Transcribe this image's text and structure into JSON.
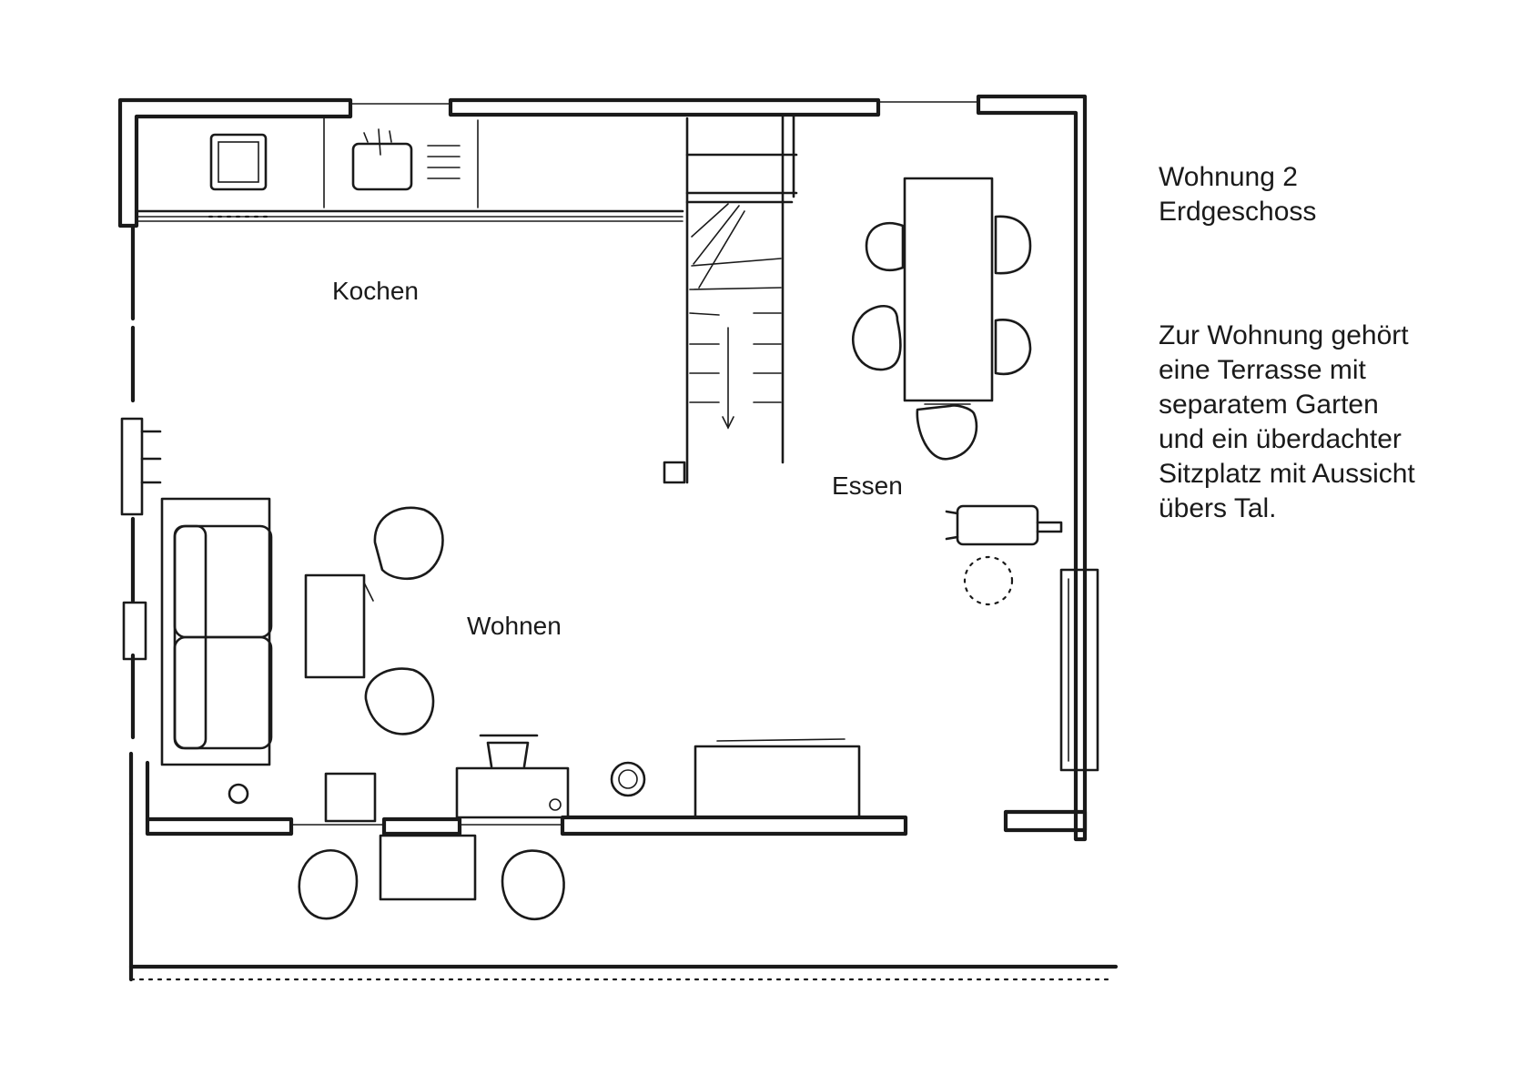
{
  "rooms": {
    "kitchen": "Kochen",
    "dining": "Essen",
    "living": "Wohnen"
  },
  "heading": {
    "line1": "Wohnung 2",
    "line2": "Erdgeschoss"
  },
  "description": {
    "lines": [
      "Zur Wohnung gehört",
      "eine Terrasse mit",
      "separatem Garten",
      "und ein überdachter",
      "Sitzplatz mit Aussicht",
      "übers Tal."
    ]
  }
}
